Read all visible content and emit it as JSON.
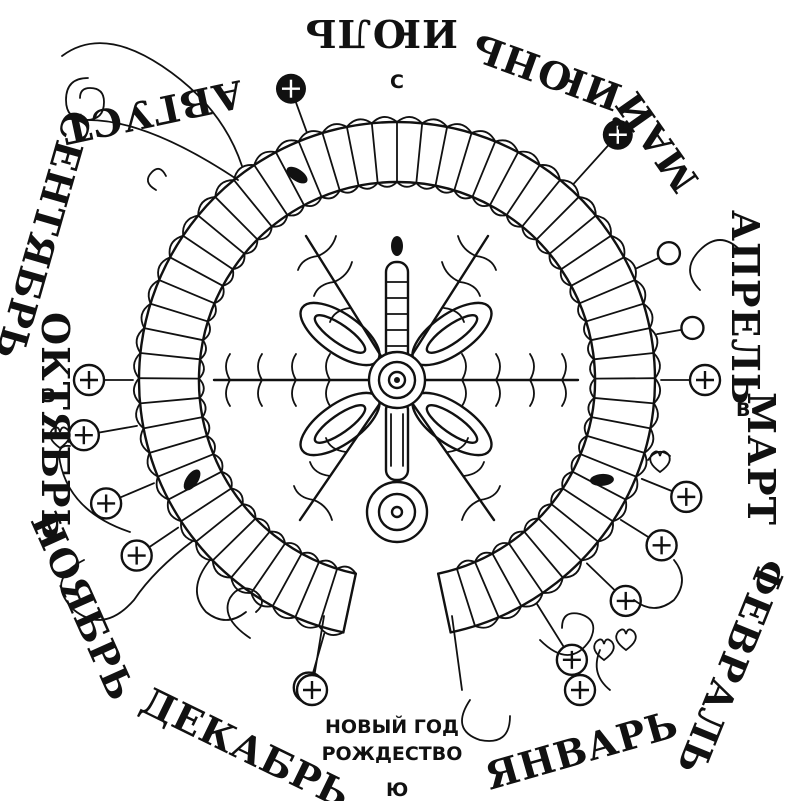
{
  "months": {
    "august": "АВГУСТ",
    "july": "ИЮЛЬ",
    "june": "ИЮНЬ",
    "may": "МАЙ",
    "april": "АПРЕЛЬ",
    "march": "МАРТ",
    "february": "ФЕВРАЛЬ",
    "january": "ЯНВАРЬ",
    "december": "ДЕКАБРЬ",
    "november": "НОЯБРЬ",
    "october": "ОКТЯБРЬ",
    "september": "СЕНТЯБРЬ"
  },
  "directions": {
    "north": "С",
    "east": "В",
    "south": "Ю",
    "west": "З"
  },
  "center_label": {
    "line1": "НОВЫЙ ГОД",
    "line2": "РОЖДЕСТВО"
  },
  "colors": {
    "ink": "#111111",
    "paper": "#ffffff"
  }
}
